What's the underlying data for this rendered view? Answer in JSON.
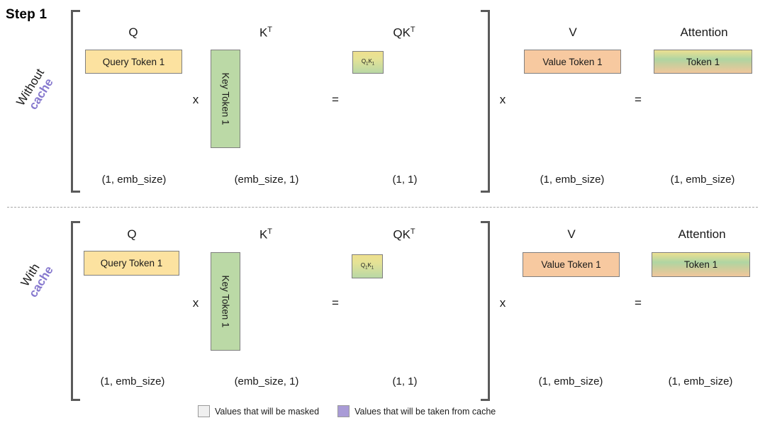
{
  "title": "Step 1",
  "divider": "dashed-horizontal-rule",
  "columns": {
    "q": "Q",
    "kt_base": "K",
    "kt_sup": "T",
    "qkt_base": "QK",
    "qkt_sup": "T",
    "v": "V",
    "attention": "Attention"
  },
  "operators": {
    "multiply": "x",
    "equals": "="
  },
  "dims": {
    "q": "(1, emb_size)",
    "kt": "(emb_size, 1)",
    "qkt": "(1, 1)",
    "v": "(1, emb_size)",
    "attention": "(1, emb_size)"
  },
  "rows": [
    {
      "label_top": "Without",
      "label_bottom": "cache",
      "query_box": "Query Token 1",
      "key_box": "Key Token 1",
      "qk_cell_base": "Q",
      "qk_cell_sub1": "1",
      "qk_cell_mid": "K",
      "qk_cell_sub2": "1",
      "value_box": "Value Token 1",
      "attention_box": "Token 1"
    },
    {
      "label_top": "With",
      "label_bottom": "cache",
      "query_box": "Query Token 1",
      "key_box": "Key Token 1",
      "qk_cell_base": "Q",
      "qk_cell_sub1": "1",
      "qk_cell_mid": "K",
      "qk_cell_sub2": "1",
      "value_box": "Value Token 1",
      "attention_box": "Token 1"
    }
  ],
  "legend": [
    {
      "swatch": "masked",
      "text": "Values that will be masked"
    },
    {
      "swatch": "cached",
      "text": "Values that will be taken from cache"
    }
  ],
  "colors": {
    "query": "#FCE2A0",
    "key": "#BBD9A6",
    "value": "#F7C9A0",
    "bracket": "#5A5A5A",
    "accent_cache": "#8678CE",
    "legend_masked": "#F0F0F0",
    "legend_cached": "#A99BD6"
  }
}
